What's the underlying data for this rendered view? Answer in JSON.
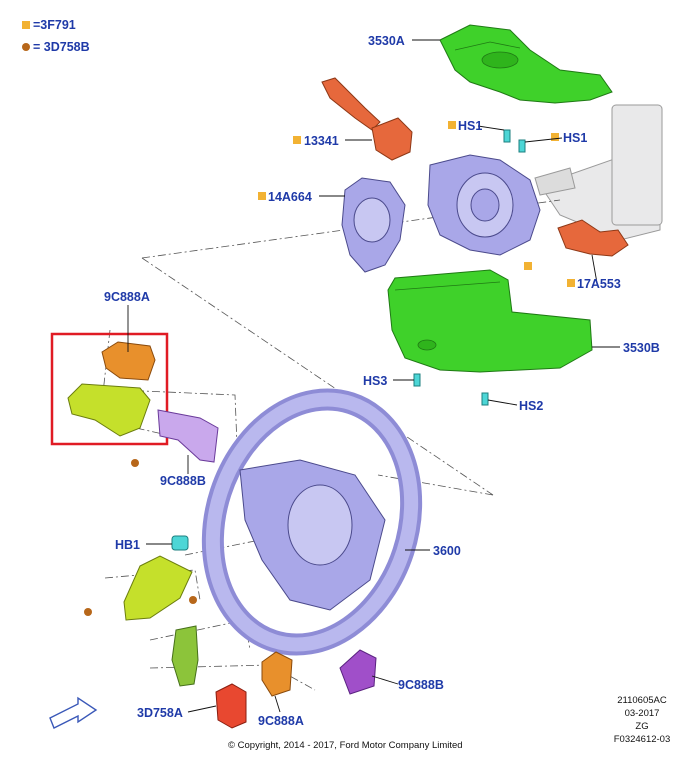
{
  "legend": {
    "square_label": "=3F791",
    "dot_label": "= 3D758B"
  },
  "callouts": {
    "c3530a": "3530A",
    "c13341": "13341",
    "hs1a": "HS1",
    "hs1b": "HS1",
    "c14a664": "14A664",
    "c17a553": "17A553",
    "c3530b": "3530B",
    "hs3": "HS3",
    "hs2": "HS2",
    "c9c888a_top": "9C888A",
    "c9c888b_mid": "9C888B",
    "hb1": "HB1",
    "c3600": "3600",
    "c9c888b_bot": "9C888B",
    "c3d758a": "3D758A",
    "c9c888a_bot": "9C888A"
  },
  "footer": {
    "copyright": "© Copyright, 2014 - 2017, Ford Motor Company Limited",
    "ref_code": "2110605AC",
    "ref_date": "03-2017",
    "ref_zg": "ZG",
    "ref_figure": "F0324612-03"
  },
  "colors": {
    "label": "#1f3aa8",
    "green_shroud": "#3fd12a",
    "lavender_part": "#a9a7e8",
    "orange_switch": "#e6683c",
    "square_marker": "#f2b233",
    "dot_marker": "#b7671a",
    "fastener": "#4dd6d6",
    "highlight_box": "#e01b24",
    "yellow_green": "#c5e02b",
    "olive": "#8cc43a",
    "purple": "#a04fc9"
  }
}
